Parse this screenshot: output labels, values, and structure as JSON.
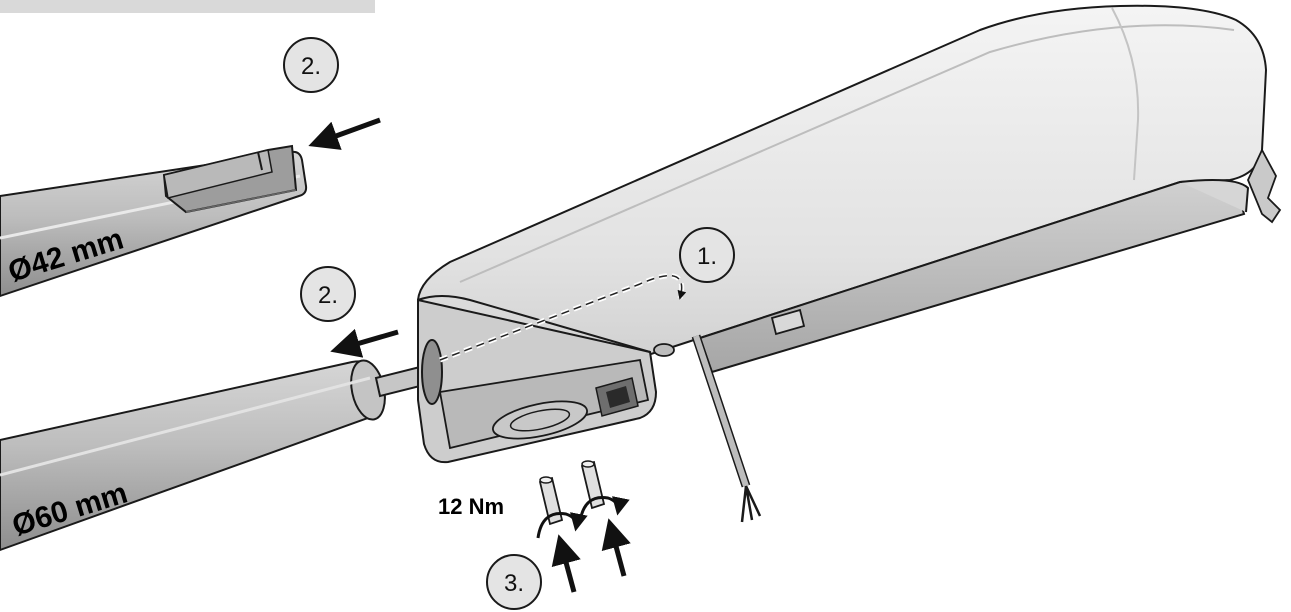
{
  "diagram": {
    "steps": {
      "step1": "1.",
      "step2_top": "2.",
      "step2_bottom": "2.",
      "step3": "3."
    },
    "labels": {
      "diameter_small": "Ø42 mm",
      "diameter_large": "Ø60 mm",
      "torque": "12 Nm"
    },
    "colors": {
      "body_light": "#ececec",
      "body_shade": "#cfcfcf",
      "body_dark": "#9a9a9a",
      "pole": "#b8b8b8",
      "outline": "#1a1a1a",
      "arrow": "#111111",
      "step_circle_fill": "#e4e4e4"
    }
  }
}
